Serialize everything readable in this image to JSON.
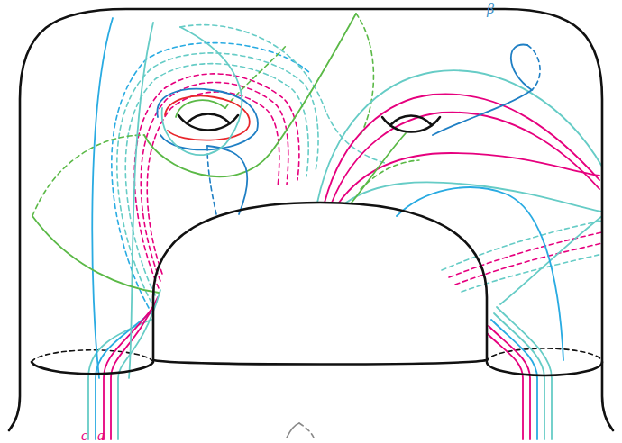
{
  "diagram": {
    "labels": [
      "β",
      "c",
      "a"
    ]
  }
}
